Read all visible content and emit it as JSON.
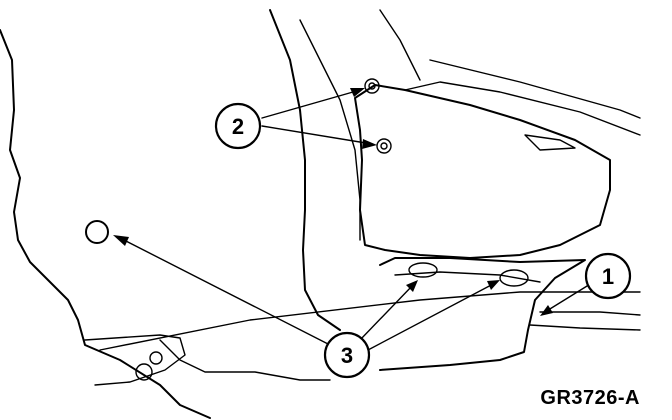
{
  "callouts": [
    {
      "id": "1",
      "label": "1"
    },
    {
      "id": "2",
      "label": "2"
    },
    {
      "id": "3",
      "label": "3"
    }
  ],
  "figure_id": "GR3726-A"
}
